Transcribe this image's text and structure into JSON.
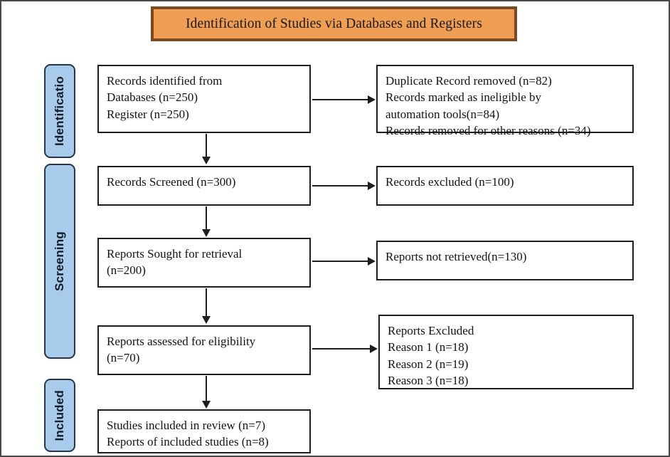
{
  "diagram": {
    "title": "Identification of Studies via Databases and Registers",
    "colors": {
      "banner_fill": "#ef9e54",
      "banner_border": "#7b4a1e",
      "stage_fill": "#a9cbeb",
      "stage_border": "#27344a",
      "box_border": "#1d1d1d",
      "connector": "#1d1d1d"
    },
    "stages": [
      {
        "label": "Identificatio"
      },
      {
        "label": "Screening"
      },
      {
        "label": "Included"
      }
    ],
    "boxes": {
      "records_identified": {
        "lines": [
          "Records identified from",
          "Databases (n=250)",
          "Register (n=250)"
        ]
      },
      "records_removed": {
        "lines": [
          "Duplicate Record removed (n=82)",
          "Records marked as ineligible by",
          "automation tools(n=84)",
          "Records removed for other reasons (n=34)"
        ]
      },
      "records_screened": {
        "lines": [
          "Records Screened (n=300)"
        ]
      },
      "records_excluded": {
        "lines": [
          "Records excluded (n=100)"
        ]
      },
      "reports_sought": {
        "lines": [
          "Reports Sought for retrieval",
          "(n=200)"
        ]
      },
      "reports_not_retrieved": {
        "lines": [
          "Reports not retrieved(n=130)"
        ]
      },
      "reports_assessed": {
        "lines": [
          "Reports assessed for eligibility",
          "(n=70)"
        ]
      },
      "reports_excluded": {
        "lines": [
          "Reports Excluded",
          "Reason 1 (n=18)",
          "Reason 2 (n=19)",
          "Reason 3 (n=18)"
        ]
      },
      "studies_included": {
        "lines": [
          "Studies included in review (n=7)",
          "Reports of included studies (n=8)"
        ]
      }
    }
  }
}
